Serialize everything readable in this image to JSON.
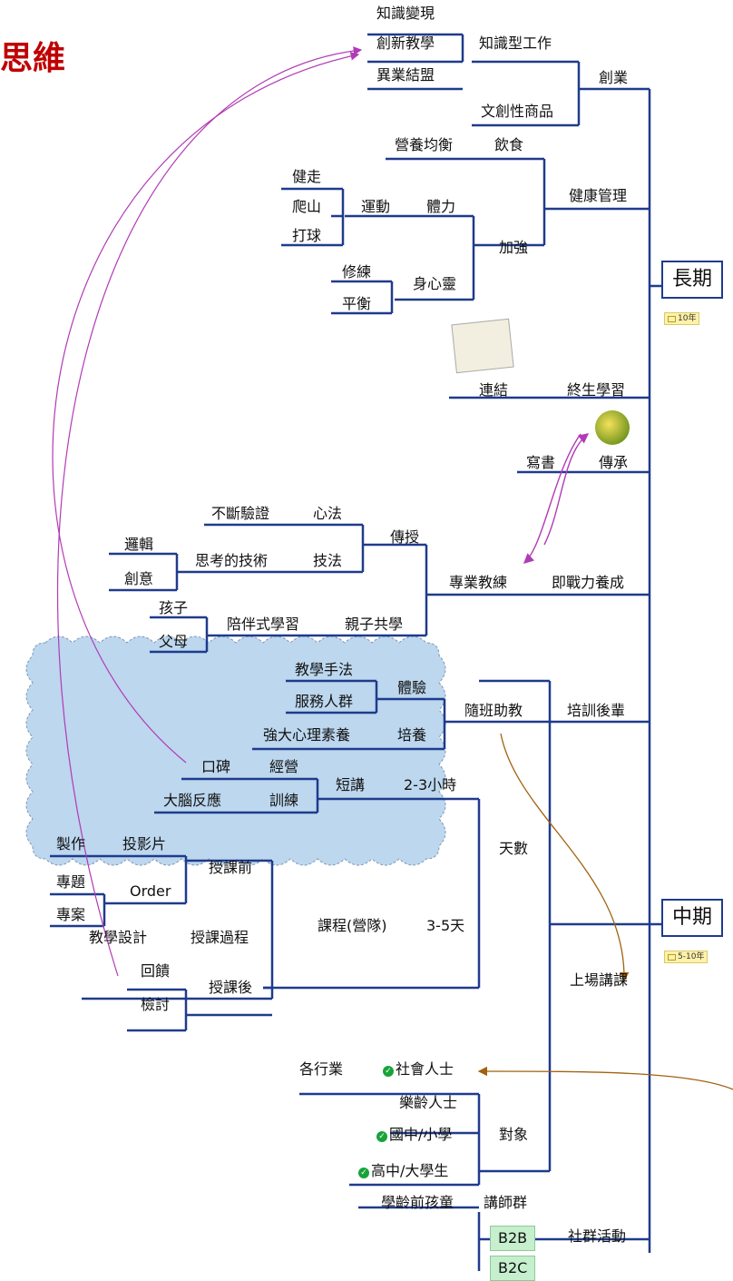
{
  "header": {
    "title_fragment": "思維"
  },
  "sections": {
    "long": "長期",
    "long_badge": "10年",
    "mid": "中期",
    "mid_badge": "5-10年"
  },
  "long": {
    "zhishi_bianxian": "知識變現",
    "chuangxin_jiaoxue": "創新教學",
    "yiye_jiemeng": "異業結盟",
    "zhishixing_gongzuo": "知識型工作",
    "wenchuang": "文創性商品",
    "chuangye": "創業",
    "yingyang": "營養均衡",
    "yinshi": "飲食",
    "jiankang": "健康管理",
    "jianzou": "健走",
    "pashan": "爬山",
    "daqiu": "打球",
    "yundong": "運動",
    "tili": "體力",
    "jiaqiang": "加強",
    "xiulian": "修練",
    "pingheng": "平衡",
    "shenxinling": "身心靈",
    "lianjie": "連結",
    "zhongsheng": "終生學習",
    "xieshu": "寫書",
    "chuancheng": "傳承"
  },
  "mid": {
    "buduan": "不斷驗證",
    "xinfa": "心法",
    "chuanshou": "傳授",
    "luoji": "邏輯",
    "chuangyi": "創意",
    "sikao": "思考的技術",
    "jifa": "技法",
    "zhuanye": "專業教練",
    "jizhanli": "即戰力養成",
    "haizi": "孩子",
    "fumu": "父母",
    "peiban": "陪伴式學習",
    "qinzi": "親子共學",
    "jiaoxue_shoufa": "教學手法",
    "fuwu": "服務人群",
    "tiyan": "體驗",
    "qiangda": "強大心理素養",
    "peiyang": "培養",
    "suiban": "隨班助教",
    "peixun": "培訓後輩",
    "koubei": "口碑",
    "jingying": "經營",
    "danao": "大腦反應",
    "xunlian": "訓練",
    "duanjiang": "短講",
    "hours": "2-3小時",
    "zhizuo": "製作",
    "touying": "投影片",
    "shouke_qian": "授課前",
    "zhuanti": "專題",
    "order": "Order",
    "zhuanan": "專案",
    "tianshu": "天數",
    "jiaoxue_sheji": "教學設計",
    "shouke_guocheng": "授課過程",
    "kecheng": "課程(營隊)",
    "days": "3-5天",
    "huikui": "回饋",
    "jiantao": "檢討",
    "shouke_hou": "授課後",
    "shangchang": "上場講課",
    "gehangye": "各行業",
    "shehui": "社會人士",
    "leling": "樂齡人士",
    "guozhong": "國中/小學",
    "duixiang": "對象",
    "gaozhong": "高中/大學生",
    "xueling": "學齡前孩童",
    "jiangshi": "講師群",
    "b2b": "B2B",
    "b2c": "B2C",
    "shequn": "社群活動"
  },
  "colors": {
    "branch": "#1f3b8c",
    "purple_link": "#b23ab6",
    "brown_link": "#a0620e",
    "cloud": "#bcd7ee"
  }
}
